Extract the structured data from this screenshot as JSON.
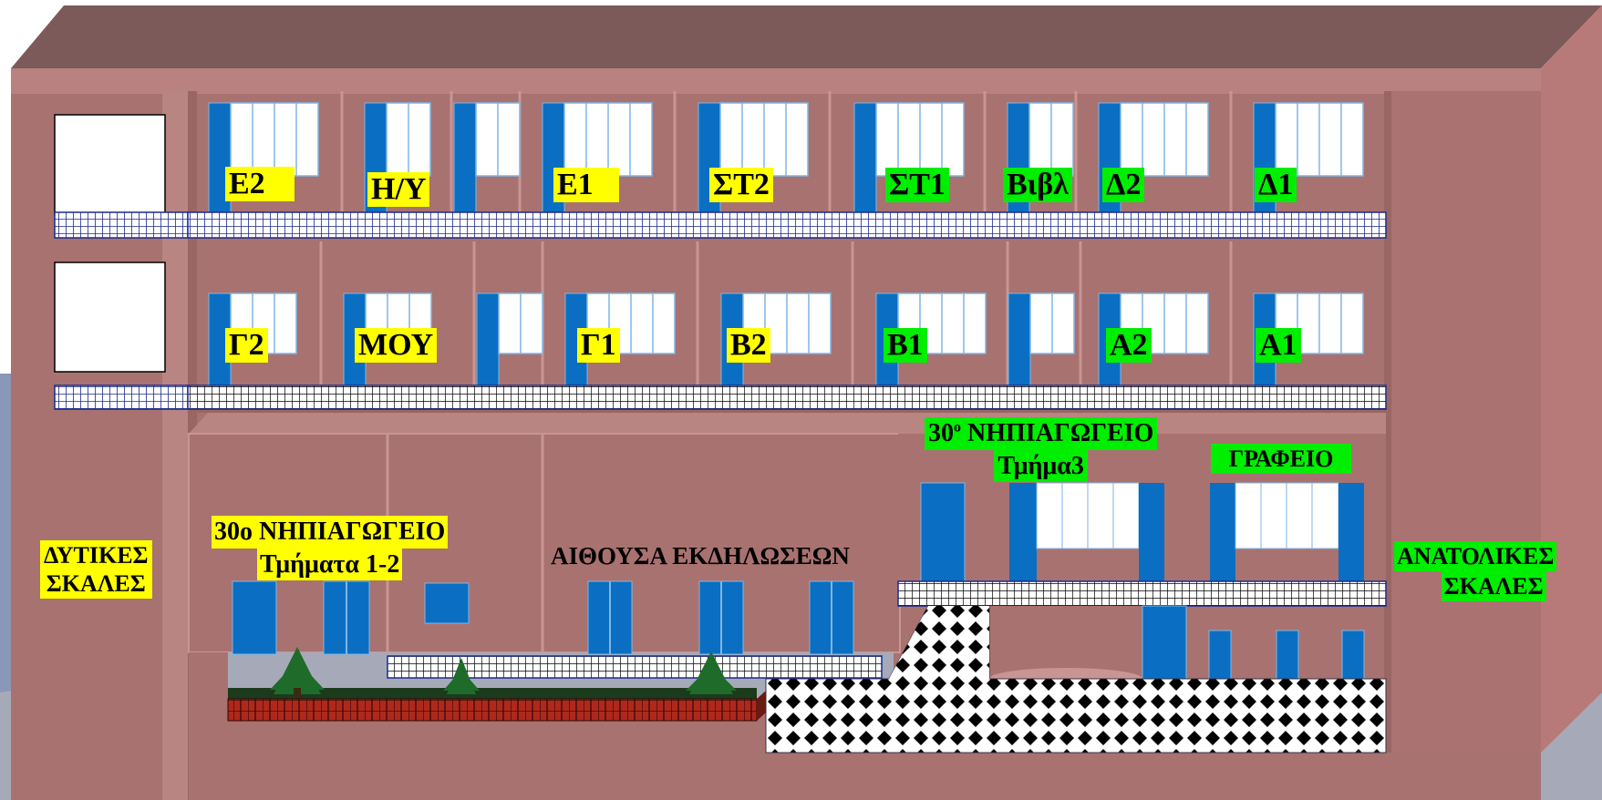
{
  "floor2_rooms": [
    "Ε2",
    "Η/Υ",
    "Ε1",
    "ΣΤ2",
    "ΣΤ1",
    "Βιβλ",
    "Δ2",
    "Δ1"
  ],
  "floor1_rooms": [
    "Γ2",
    "ΜΟΥ",
    "Γ1",
    "Β2",
    "Β1",
    "Α2",
    "Α1"
  ],
  "ground": {
    "west_stairs": [
      "ΔΥΤΙΚΕΣ",
      "ΣΚΑΛΕΣ"
    ],
    "kindergarten_main": [
      "30ο ΝΗΠΙΑΓΩΓΕΙΟ",
      "Τμήματα 1-2"
    ],
    "events_hall": "ΑΙΘΟΥΣΑ ΕΚΔΗΛΩΣΕΩΝ",
    "kindergarten3_title": "30",
    "kindergarten3_sup": "ο",
    "kindergarten3_rest": " ΝΗΠΙΑΓΩΓΕΙΟ",
    "kindergarten3_sub": "Τμήμα3",
    "office": "ΓΡΑΦΕΙΟ",
    "east_stairs": [
      "ΑΝΑΤΟΛΙΚΕΣ",
      "ΣΚΑΛΕΣ"
    ]
  },
  "colors": {
    "wall": "#a87270",
    "roof": "#7d5a5a",
    "sky_ground": "#8a97b8",
    "floor": "#a6aab8",
    "window_blue": "#0a6fc2",
    "label_yellow": "#ffff00",
    "label_green": "#00ee00"
  }
}
